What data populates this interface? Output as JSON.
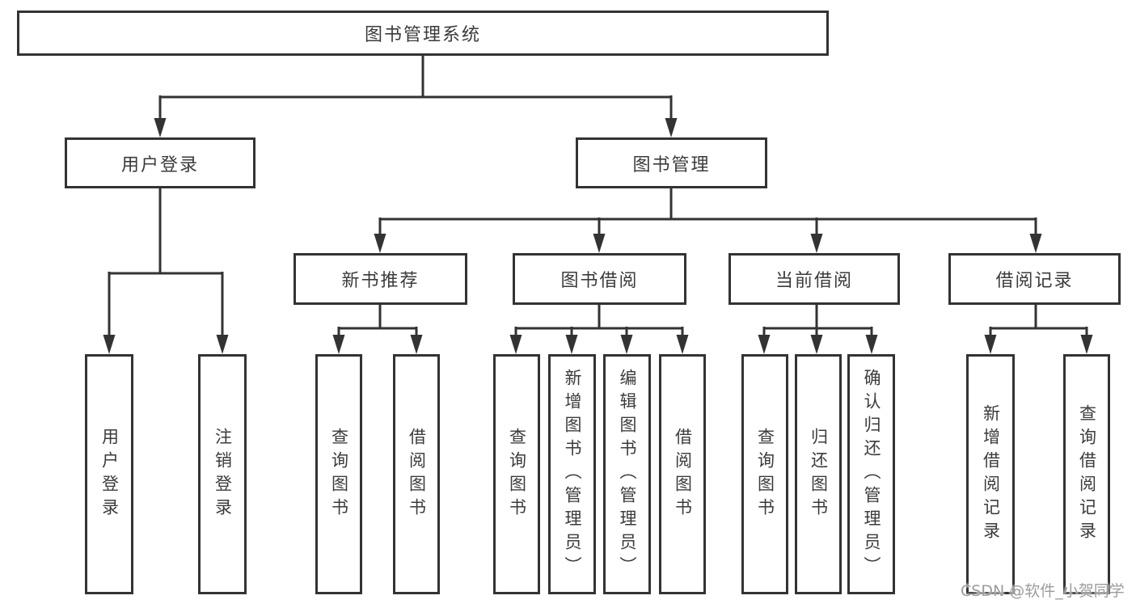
{
  "tree": {
    "label": "图书管理系统",
    "children": [
      {
        "label": "用户登录",
        "children": [
          {
            "label": "用户登录"
          },
          {
            "label": "注销登录"
          }
        ]
      },
      {
        "label": "图书管理",
        "children": [
          {
            "label": "新书推荐",
            "children": [
              {
                "label": "查询图书"
              },
              {
                "label": "借阅图书"
              }
            ]
          },
          {
            "label": "图书借阅",
            "children": [
              {
                "label": "查询图书"
              },
              {
                "label": "新增图书（管理员）"
              },
              {
                "label": "编辑图书（管理员）"
              },
              {
                "label": "借阅图书"
              }
            ]
          },
          {
            "label": "当前借阅",
            "children": [
              {
                "label": "查询图书"
              },
              {
                "label": "归还图书"
              },
              {
                "label": "确认归还（管理员）"
              }
            ]
          },
          {
            "label": "借阅记录",
            "children": [
              {
                "label": "新增借阅记录"
              },
              {
                "label": "查询借阅记录"
              }
            ]
          }
        ]
      }
    ]
  },
  "watermark": {
    "text": "CSDN @软件_小贺同学"
  },
  "colors": {
    "line": "#333333",
    "text": "#3b3b3b",
    "watermark": "#9c9c9c"
  }
}
